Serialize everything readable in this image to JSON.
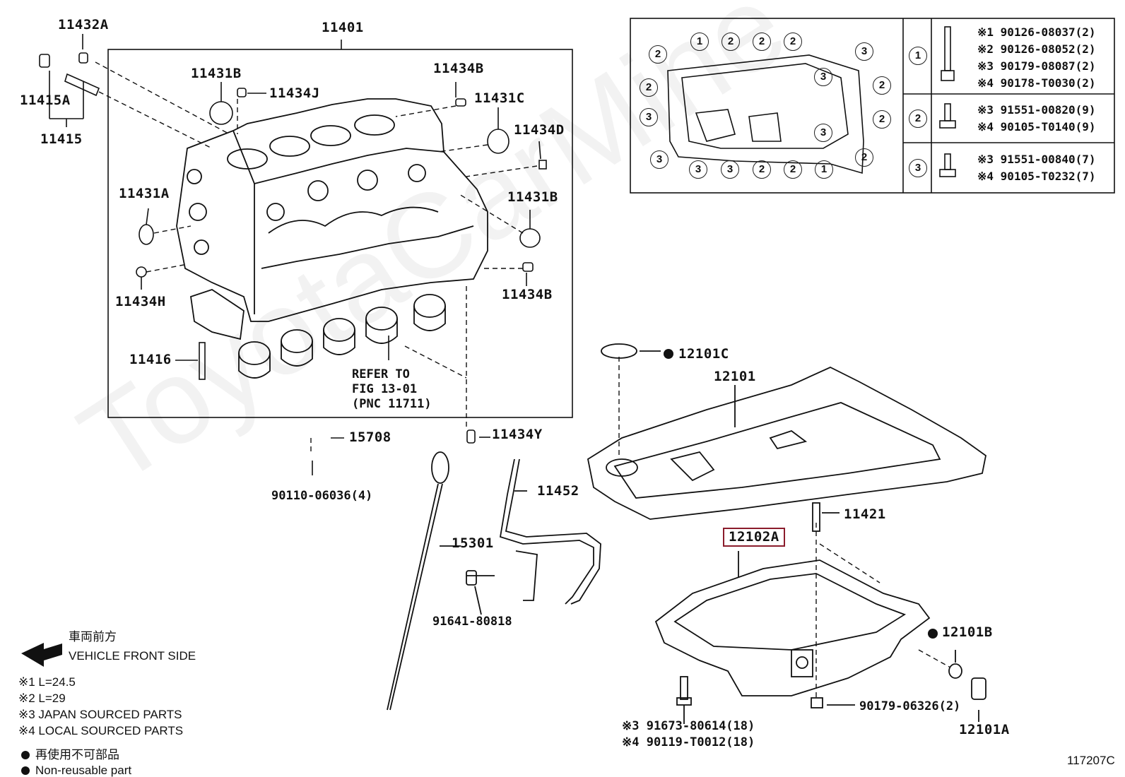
{
  "watermark": "ToyotaCarMine",
  "diagram_code": "117207C",
  "labels": {
    "p11432A": "11432A",
    "p11401": "11401",
    "p11415A": "11415A",
    "p11415": "11415",
    "p11431B_top": "11431B",
    "p11434J": "11434J",
    "p11434B_top": "11434B",
    "p11431C": "11431C",
    "p11434D": "11434D",
    "p11431A": "11431A",
    "p11431B_right": "11431B",
    "p11434H": "11434H",
    "p11434B_right": "11434B",
    "p11416": "11416",
    "refer1": "REFER TO",
    "refer2": "FIG 13-01",
    "refer3": "(PNC 11711)",
    "p15708": "15708",
    "p11434Y": "11434Y",
    "p90110": "90110-06036(4)",
    "p11452": "11452",
    "p15301": "15301",
    "p91641": "91641-80818",
    "p12101C": "12101C",
    "p12101": "12101",
    "p11421": "11421",
    "p12102A": "12102A",
    "p12101B": "12101B",
    "p90179": "90179-06326(2)",
    "p12101A": "12101A",
    "p91673": "※3 91673-80614(18)",
    "p90119": "※4 90119-T0012(18)"
  },
  "bolt_table": {
    "rows": [
      {
        "id": "1",
        "lines": [
          "※1  90126-08037(2)",
          "※2  90126-08052(2)",
          "※3  90179-08087(2)",
          "※4  90178-T0030(2)"
        ]
      },
      {
        "id": "2",
        "lines": [
          "※3  91551-00820(9)",
          "※4  90105-T0140(9)"
        ]
      },
      {
        "id": "3",
        "lines": [
          "※3  91551-00840(7)",
          "※4  90105-T0232(7)"
        ]
      }
    ]
  },
  "callouts_inset": [
    "2",
    "1",
    "2",
    "2",
    "2",
    "3",
    "2",
    "3",
    "2",
    "2",
    "3",
    "3",
    "2",
    "3",
    "3",
    "3",
    "2",
    "2",
    "1",
    "3"
  ],
  "legend": {
    "front_jp": "車両前方",
    "front_en": "VEHICLE FRONT SIDE",
    "note1": "※1 L=24.5",
    "note2": "※2 L=29",
    "note3": "※3 JAPAN SOURCED PARTS",
    "note4": "※4 LOCAL SOURCED PARTS",
    "nonreuse_jp": "再使用不可部品",
    "nonreuse_en": "Non-reusable part"
  }
}
